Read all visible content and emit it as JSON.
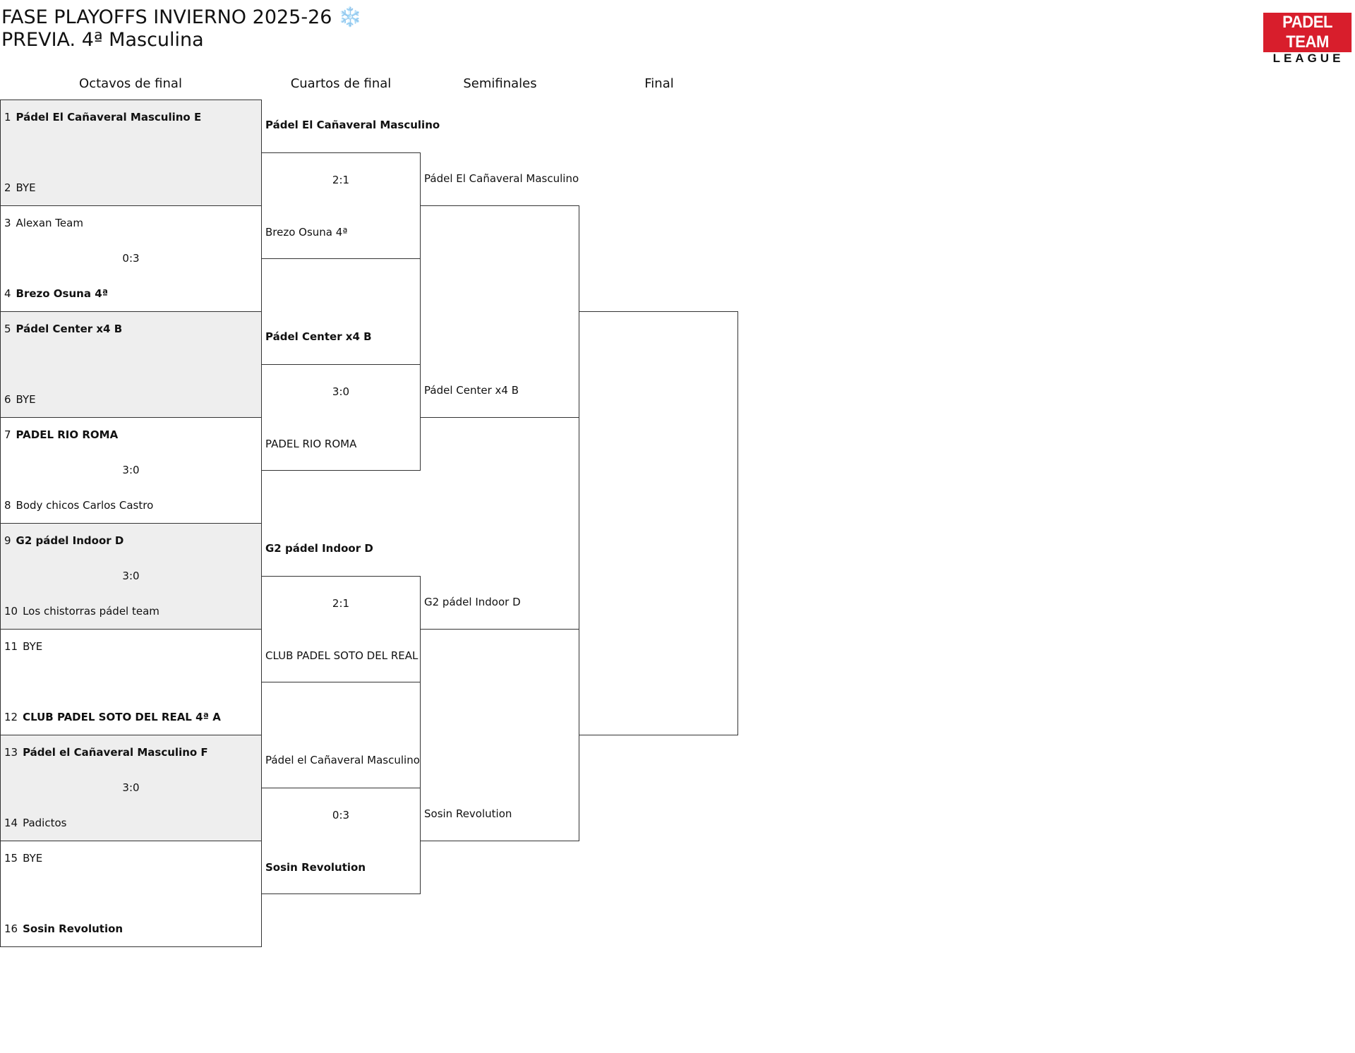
{
  "header": {
    "title": "FASE PLAYOFFS INVIERNO 2025-26 ❄️",
    "subtitle": "PREVIA. 4ª Masculina"
  },
  "logo": {
    "line1": "PADEL TEAM",
    "line2": "LEAGUE"
  },
  "rounds": [
    "Octavos de final",
    "Cuartos de final",
    "Semifinales",
    "Final"
  ],
  "octavos": [
    {
      "seed_a": "1",
      "team_a": "Pádel El Cañaveral Masculino E",
      "seed_b": "2",
      "team_b": "BYE",
      "score": ""
    },
    {
      "seed_a": "3",
      "team_a": "Alexan Team",
      "seed_b": "4",
      "team_b": "Brezo Osuna 4ª",
      "score": "0:3"
    },
    {
      "seed_a": "5",
      "team_a": "Pádel Center x4 B",
      "seed_b": "6",
      "team_b": "BYE",
      "score": ""
    },
    {
      "seed_a": "7",
      "team_a": "PADEL RIO ROMA",
      "seed_b": "8",
      "team_b": "Body chicos Carlos Castro",
      "score": "3:0"
    },
    {
      "seed_a": "9",
      "team_a": "G2 pádel Indoor D",
      "seed_b": "10",
      "team_b": "Los chistorras pádel team",
      "score": "3:0"
    },
    {
      "seed_a": "11",
      "team_a": "BYE",
      "seed_b": "12",
      "team_b": "CLUB PADEL SOTO DEL REAL 4ª A",
      "score": ""
    },
    {
      "seed_a": "13",
      "team_a": "Pádel el Cañaveral Masculino F",
      "seed_b": "14",
      "team_b": "Padictos",
      "score": "3:0"
    },
    {
      "seed_a": "15",
      "team_a": "BYE",
      "seed_b": "16",
      "team_b": "Sosin Revolution",
      "score": ""
    }
  ],
  "cuartos": [
    {
      "team_a": "Pádel El Cañaveral Masculino",
      "team_b": "Brezo Osuna 4ª",
      "score": "2:1"
    },
    {
      "team_a": "Pádel Center x4 B",
      "team_b": "PADEL RIO ROMA",
      "score": "3:0"
    },
    {
      "team_a": "G2 pádel Indoor D",
      "team_b": "CLUB PADEL SOTO DEL REAL",
      "score": "2:1"
    },
    {
      "team_a": "Pádel el Cañaveral Masculino",
      "team_b": "Sosin Revolution",
      "score": "0:3"
    }
  ],
  "semis": [
    {
      "team_a": "Pádel El Cañaveral Masculino",
      "team_b": "Pádel Center x4 B"
    },
    {
      "team_a": "G2 pádel Indoor D",
      "team_b": "Sosin Revolution"
    }
  ]
}
